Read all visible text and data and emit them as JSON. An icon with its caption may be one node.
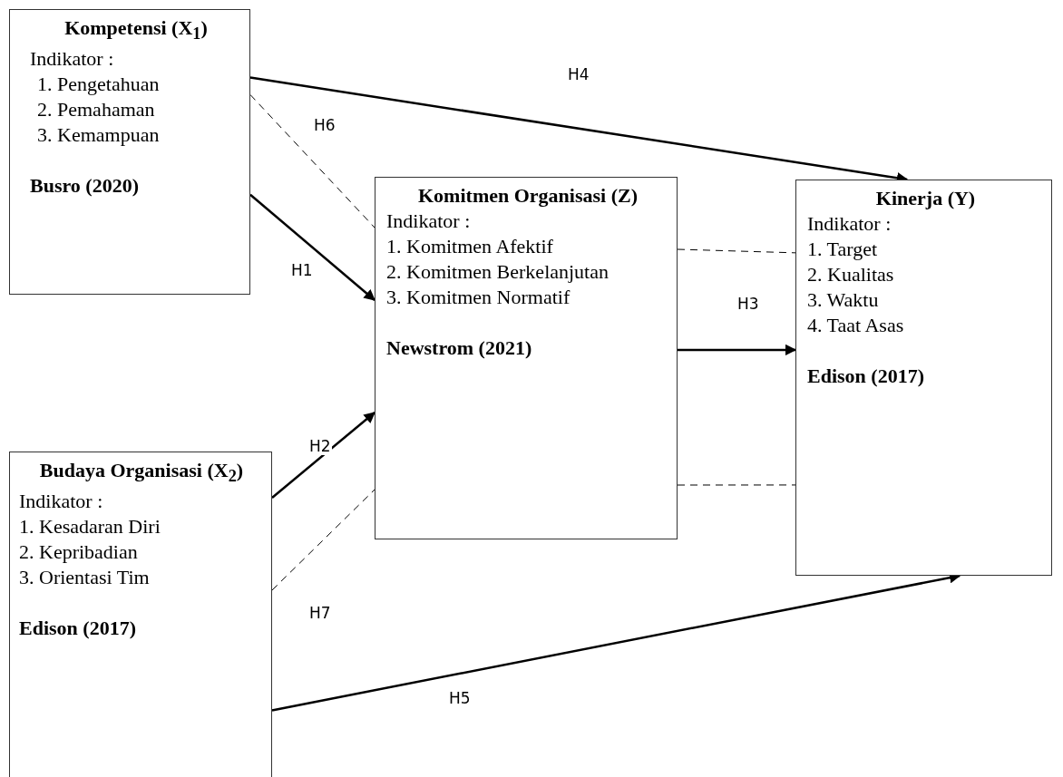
{
  "diagram": {
    "nodes": [
      {
        "text": [
          "Kompetensi (X$_{1}$)",
          "Indikator :",
          "1.  Pengetahuan",
          "2.  Pemahaman",
          "3.  Kemampuan",
          "Busro (2020)"
        ]
      },
      {
        "text": [
          "Komitmen Organisasi (Z)",
          "Indikator :",
          "1. Komitmen Afektif",
          "2. Komitmen Berkelanjutan",
          "3. Komitmen Normatif",
          "Newstrom (2021)"
        ]
      },
      {
        "text": [
          "Kinerja (Y)",
          "Indikator :",
          "1. Target",
          "2. Kualitas",
          "3. Waktu",
          "4. Taat Asas",
          "Edison (2017)"
        ]
      },
      {
        "text": [
          "Budaya Organisasi (X$_{2}$)",
          "Indikator :",
          "1. Kesadaran Diri",
          "2. Kepribadian",
          "3. Orientasi Tim",
          "Edison (2017)"
        ]
      }
    ],
    "edges": [
      {
        "from": 0,
        "to": 2,
        "arrow": "to",
        "label": "H4"
      },
      {
        "from": 0,
        "to": 1,
        "arrow": "none",
        "label": "H6",
        "style": "dashed"
      },
      {
        "from": 0,
        "to": 1,
        "arrow": "to",
        "label": "H1"
      },
      {
        "from": 1,
        "to": 2,
        "arrow": "none",
        "style": "dashed"
      },
      {
        "from": 1,
        "to": 2,
        "arrow": "to",
        "label": "H3"
      },
      {
        "from": 3,
        "to": 1,
        "arrow": "to",
        "label": "H2"
      },
      {
        "from": 1,
        "to": 2,
        "arrow": "none",
        "style": "dashed"
      },
      {
        "from": 3,
        "to": 1,
        "arrow": "none",
        "label": "H7",
        "style": "dashed"
      },
      {
        "from": 3,
        "to": 2,
        "arrow": "to",
        "label": "H5"
      }
    ]
  }
}
